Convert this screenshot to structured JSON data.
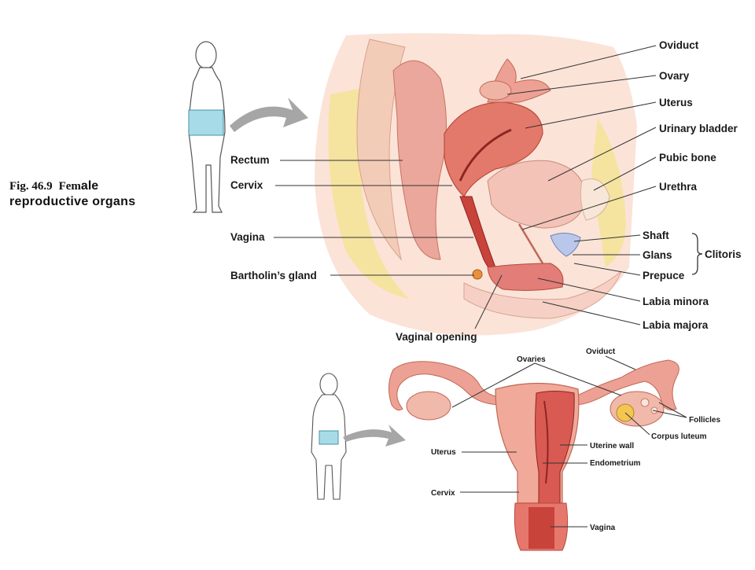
{
  "caption": {
    "fig_number": "Fig. 46.9",
    "title_part1": "Fem",
    "title_part2": "ale",
    "title_line2": "reproductive organs"
  },
  "side_view_labels": {
    "oviduct": "Oviduct",
    "ovary": "Ovary",
    "uterus": "Uterus",
    "urinary_bladder": "Urinary bladder",
    "pubic_bone": "Pubic bone",
    "urethra": "Urethra",
    "shaft": "Shaft",
    "glans": "Glans",
    "prepuce": "Prepuce",
    "clitoris": "Clitoris",
    "labia_minora": "Labia minora",
    "labia_majora": "Labia majora",
    "rectum": "Rectum",
    "cervix": "Cervix",
    "vagina": "Vagina",
    "bartholins_gland": "Bartholin’s gland",
    "vaginal_opening": "Vaginal opening"
  },
  "front_view_labels": {
    "ovaries": "Ovaries",
    "oviduct": "Oviduct",
    "follicles": "Follicles",
    "corpus_luteum": "Corpus luteum",
    "uterine_wall": "Uterine wall",
    "endometrium": "Endometrium",
    "uterus": "Uterus",
    "cervix": "Cervix",
    "vagina": "Vagina"
  },
  "colors": {
    "tissue_pink": "#f2b9ad",
    "tissue_dark": "#d9685a",
    "fat_yellow": "#f5e3a0",
    "locator_box": "#a8dbe8",
    "arrow_gray": "#a6a6a6"
  }
}
